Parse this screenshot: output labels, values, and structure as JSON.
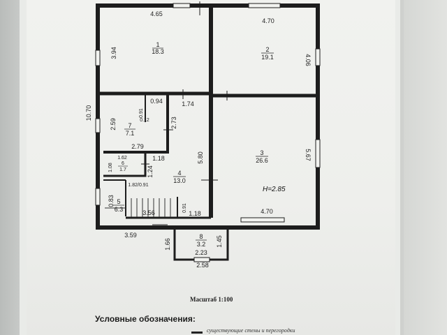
{
  "plan": {
    "rooms": [
      {
        "num": "1",
        "area": "18.3"
      },
      {
        "num": "2",
        "area": "19.1"
      },
      {
        "num": "3",
        "area": "26.6"
      },
      {
        "num": "4",
        "area": "13.0"
      },
      {
        "num": "5",
        "area": "6.3"
      },
      {
        "num": "6",
        "area": "1.7"
      },
      {
        "num": "7",
        "area": "7.1"
      },
      {
        "num": "8",
        "area": "3.2"
      }
    ],
    "dims": {
      "top_left": "4.65",
      "top_right": "4.70",
      "room1_h": "3.94",
      "room2_h": "4.06",
      "total_h": "10.70",
      "d094": "0.94",
      "d174": "1.74",
      "d091": "0.91",
      "d012": "0.12",
      "d259": "2.59",
      "d273": "2.73",
      "d279": "2.79",
      "d580": "5.80",
      "d567": "5.67",
      "d162": "1.62",
      "d108": "1.08",
      "d118": "1.18",
      "d124": "1.24",
      "d182": "1.82/0.91",
      "d083": "0.83",
      "d356": "3.56",
      "d091b": "0.91",
      "d118b": "1.18",
      "d470b": "4.70",
      "d359": "3.59",
      "d166": "1.66",
      "d145": "1.45",
      "d223": "2.23",
      "d258": "2.58"
    },
    "height_label": "H=2.85"
  },
  "scale_text": "Масштаб 1:100",
  "legend_title": "Условные обозначения:",
  "legend_item": "существующие стены и перегородки"
}
